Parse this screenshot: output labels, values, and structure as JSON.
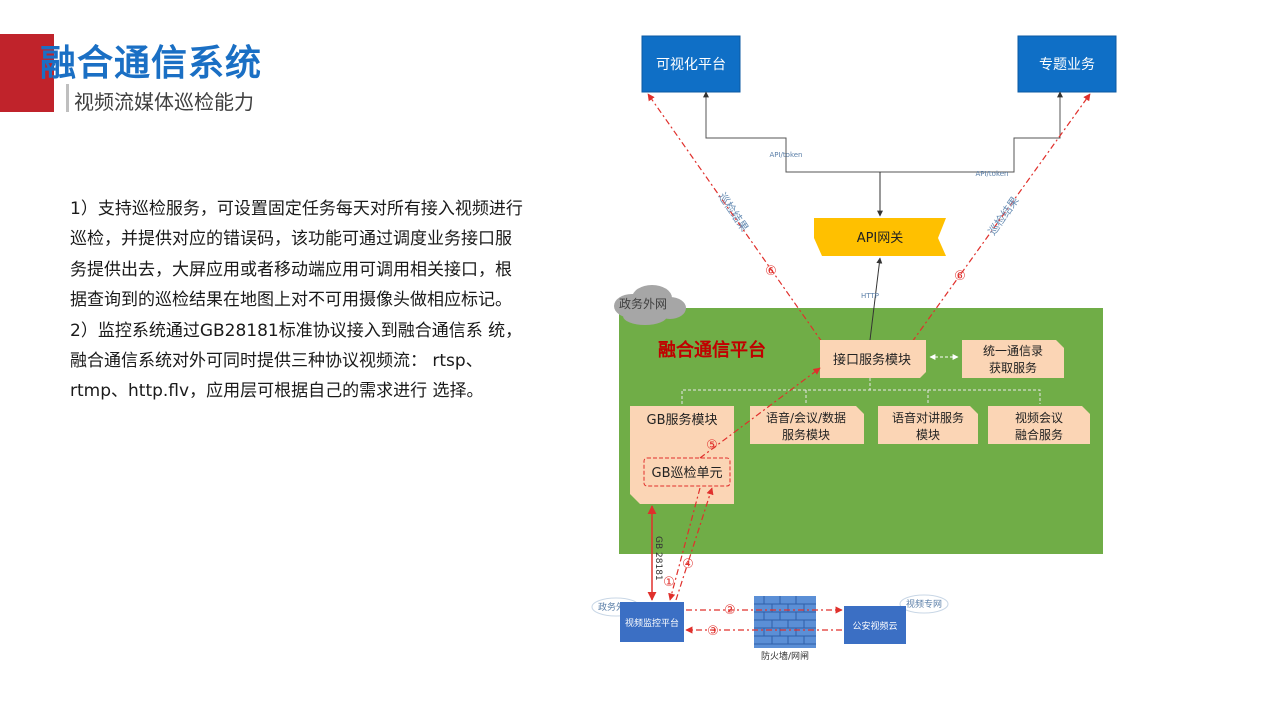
{
  "header": {
    "title": "融合通信系统",
    "subtitle": "视频流媒体巡检能力"
  },
  "description": "1）支持巡检服务，可设置固定任务每天对所有接入视频进行巡检，并提供对应的错误码，该功能可通过调度业务接口服务提供出去，大屏应用或者移动端应用可调用相关接口，根据查询到的巡检结果在地图上对不可用摄像头做相应标记。 2）监控系统通过GB28181标准协议接入到融合通信系 统，融合通信系统对外可同时提供三种协议视频流： rtsp、rtmp、http.flv，应用层可根据自己的需求进行 选择。",
  "diagram": {
    "visual_platform": "可视化平台",
    "topic_business": "专题业务",
    "api_token_left": "API/token",
    "api_token_right": "API/token",
    "api_gateway": "API网关",
    "http": "HTTP",
    "inspection_result_left": "巡检结果",
    "inspection_result_right": "巡检结果",
    "gov_network_cloud": "政务外网",
    "platform_title": "融合通信平台",
    "interface_module": "接口服务模块",
    "unified_comm_line1": "统一通信录",
    "unified_comm_line2": "获取服务",
    "gb_module": "GB服务模块",
    "gb_patrol_unit": "GB巡检单元",
    "voice_data_line1": "语音/会议/数据",
    "voice_data_line2": "服务模块",
    "intercom_line1": "语音对讲服务",
    "intercom_line2": "模块",
    "video_conf_line1": "视频会议",
    "video_conf_line2": "融合服务",
    "gb28181": "GB 28181",
    "gov_network_small": "政务外网",
    "video_private_net": "视频专网",
    "video_monitor_platform": "视频监控平台",
    "police_video_cloud": "公安视频云",
    "firewall": "防火墙/网闸",
    "step1": "①",
    "step2": "②",
    "step3": "③",
    "step4": "④",
    "step5": "⑤",
    "step6a": "⑥",
    "step6b": "⑥"
  },
  "colors": {
    "brand_blue": "#1a6fc4",
    "accent_red": "#c0232b",
    "platform_green": "#70ad47",
    "module_fill": "#fbd5b5",
    "gateway_yellow": "#ffc000",
    "box_blue": "#0f6fc6",
    "flow_red": "#e0302c"
  }
}
